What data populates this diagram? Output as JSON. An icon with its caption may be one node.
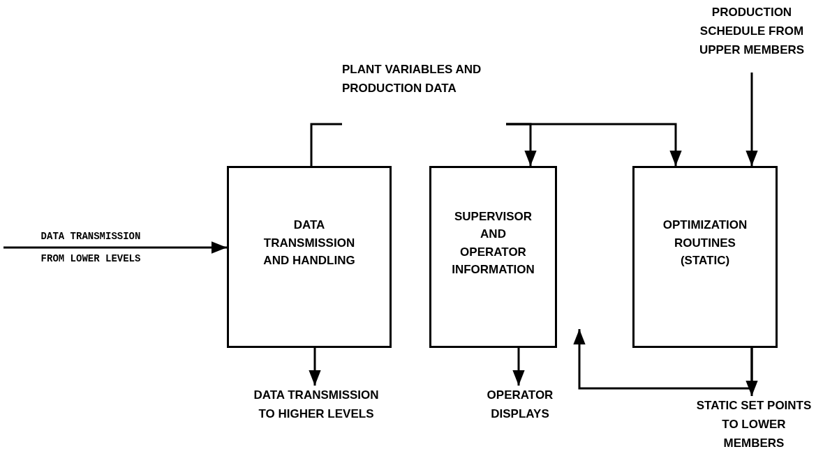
{
  "diagram": {
    "nodes": [
      {
        "text": [
          "DATA TRANSMISSION AND HANDLING"
        ]
      },
      {
        "text": [
          "SUPERVISOR AND OPERATOR INFORMATION"
        ]
      },
      {
        "text": [
          "OPTIMIZATION ROUTINES (STATIC)"
        ]
      },
      {
        "text": [
          "PLANT VARIABLES AND PRODUCTION DATA"
        ]
      },
      {
        "text": [
          "PRODUCTION SCHEDULE FROM UPPER MEMBERS"
        ]
      },
      {
        "text": [
          "DATA TRANSMISSION TO HIGHER LEVELS"
        ]
      },
      {
        "text": [
          "OPERATOR DISPLAYS"
        ]
      },
      {
        "text": [
          "STATIC SET POINTS TO LOWER MEMBERS"
        ]
      }
    ],
    "edges": [
      {
        "from": 0,
        "to": 3,
        "arrow": "none"
      },
      {
        "from": 3,
        "to": 1,
        "arrow": "to"
      },
      {
        "from": 3,
        "to": 2,
        "arrow": "to"
      },
      {
        "from": 4,
        "to": 2,
        "arrow": "to"
      },
      {
        "from": null,
        "to": 0,
        "arrow": "to",
        "label": "DATA TRANSMISSION FROM LOWER LEVELS"
      },
      {
        "from": 0,
        "to": 5,
        "arrow": "to"
      },
      {
        "from": 1,
        "to": 6,
        "arrow": "to"
      },
      {
        "from": 2,
        "to": 7,
        "arrow": "to"
      },
      {
        "from": 2,
        "to": 1,
        "arrow": "to"
      }
    ]
  }
}
